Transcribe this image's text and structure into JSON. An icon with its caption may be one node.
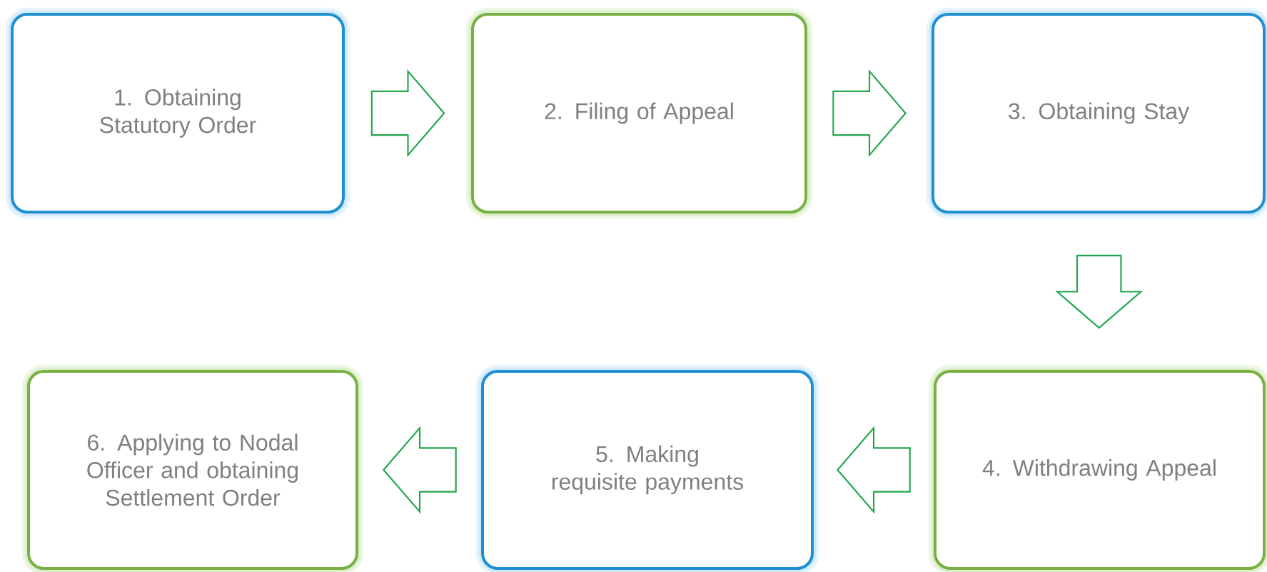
{
  "diagram": {
    "nodes": [
      {
        "text": [
          "1. Obtaining Statutory Order"
        ]
      },
      {
        "text": [
          "2. Filing of Appeal"
        ]
      },
      {
        "text": [
          "3. Obtaining Stay"
        ]
      },
      {
        "text": [
          "4. Withdrawing Appeal"
        ]
      },
      {
        "text": [
          "5. Making requisite payments"
        ]
      },
      {
        "text": [
          "6. Applying  to Nodal Officer and obtaining Settlement Order"
        ]
      }
    ],
    "edges": [
      {
        "from": 0,
        "to": 1,
        "arrow": "to"
      },
      {
        "from": 1,
        "to": 2,
        "arrow": "to"
      },
      {
        "from": 2,
        "to": 3,
        "arrow": "to"
      },
      {
        "from": 3,
        "to": 4,
        "arrow": "to"
      },
      {
        "from": 4,
        "to": 5,
        "arrow": "to"
      }
    ]
  }
}
